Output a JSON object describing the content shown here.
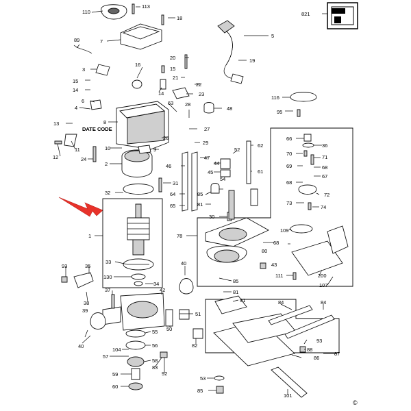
{
  "labels": {
    "p110": "110",
    "p113": "113",
    "p18": "18",
    "p821": "821",
    "p7": "7",
    "p5": "5",
    "p89": "89",
    "p20": "20",
    "p19": "19",
    "p3": "3",
    "p16": "16",
    "p15a": "15",
    "p15b": "15",
    "p21": "21",
    "p22": "22",
    "p14a": "14",
    "p14b": "14",
    "p23": "23",
    "p116": "116",
    "p6": "6",
    "p63": "63",
    "p28": "28",
    "p48": "48",
    "p95": "95",
    "p4": "4",
    "p13": "13",
    "p8": "8",
    "p27": "27",
    "p12": "12",
    "p11": "11",
    "p10": "10",
    "p26": "26",
    "p29": "29",
    "p66": "66",
    "p36": "36",
    "p24": "24",
    "p9": "9",
    "p52": "52",
    "p62": "62",
    "p70": "70",
    "p71": "71",
    "p69": "69",
    "p68a": "68",
    "p2": "2",
    "p46": "46",
    "p47": "47",
    "p44": "44",
    "p45": "45",
    "p61": "61",
    "p67": "67",
    "p68b": "68",
    "p31": "31",
    "p54": "54",
    "p64": "64",
    "p32": "32",
    "p85a": "85",
    "p72": "72",
    "p81a": "81",
    "p65": "65",
    "p73": "73",
    "p74": "74",
    "p1": "1",
    "p30": "30",
    "p109": "109",
    "p78": "78",
    "p68c": "68",
    "p80": "80",
    "p43": "43",
    "p33": "33",
    "p93a": "93",
    "p35": "35",
    "p40a": "40",
    "p130": "130",
    "p34": "34",
    "p111": "111",
    "p200": "200",
    "p107": "107",
    "p85b": "85",
    "p38": "38",
    "p37": "37",
    "p42": "42",
    "p81b": "81",
    "p91": "91",
    "p84a": "84",
    "p84b": "84",
    "p39": "39",
    "p55": "55",
    "p51": "51",
    "p50": "50",
    "p40b": "40",
    "p93b": "93",
    "p56": "56",
    "p82": "82",
    "p88": "88",
    "p104": "104",
    "p57": "57",
    "p58": "58",
    "p86": "86",
    "p87": "87",
    "p83": "83",
    "p59": "59",
    "p92": "92",
    "p53": "53",
    "p60": "60",
    "p85c": "85",
    "p101": "101"
  },
  "date_code_label": "DATE CODE",
  "copyright_symbol": "©",
  "colors": {
    "arrow": "#e8322a",
    "line": "#000000",
    "part_fill": "#ffffff",
    "part_shade": "#cfcfcf"
  },
  "icons": {
    "pointer": "red-arrow-icon",
    "kit": "kit-box-icon"
  }
}
